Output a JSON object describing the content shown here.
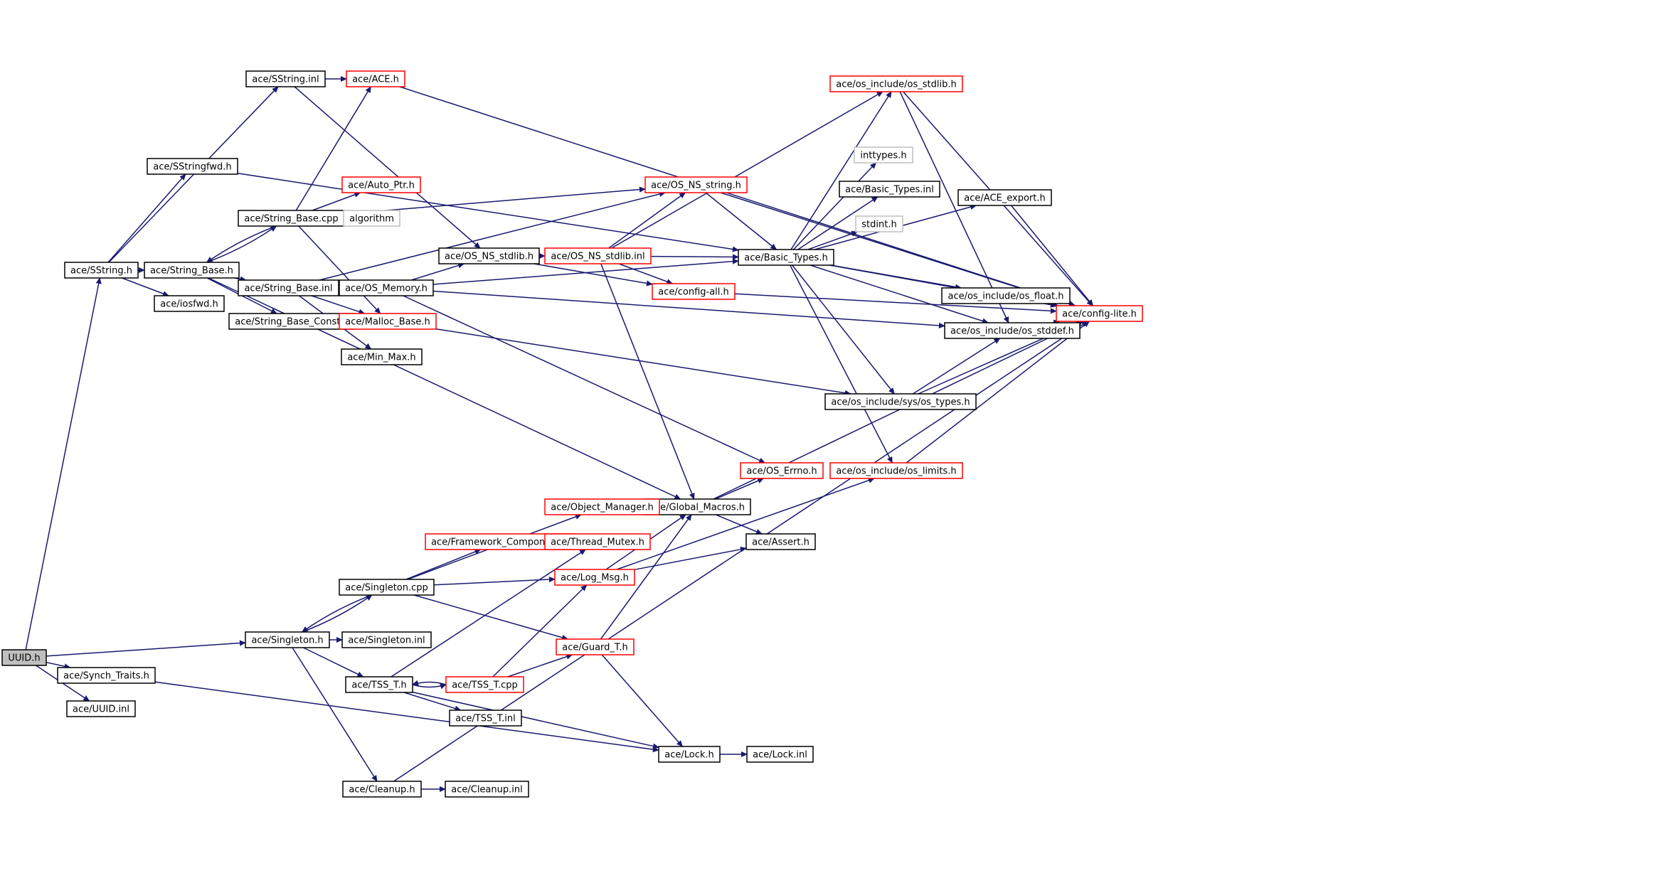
{
  "colors": {
    "edge": "#191970",
    "border_default": "#000000",
    "border_truncated": "#ff0000",
    "border_external": "#bfbfbf",
    "fill_root": "#bfbfbf",
    "fill_default": "#ffffff"
  },
  "nodes": [
    {
      "id": "uuid_h",
      "label": "UUID.h",
      "kind": "root"
    },
    {
      "id": "sstring_h",
      "label": "ace/SString.h",
      "kind": "default"
    },
    {
      "id": "sstring_inl",
      "label": "ace/SString.inl",
      "kind": "default"
    },
    {
      "id": "sstringfwd_h",
      "label": "ace/SStringfwd.h",
      "kind": "default"
    },
    {
      "id": "ace_h",
      "label": "ace/ACE.h",
      "kind": "truncated"
    },
    {
      "id": "string_base_h",
      "label": "ace/String_Base.h",
      "kind": "default"
    },
    {
      "id": "iosfwd_h",
      "label": "ace/iosfwd.h",
      "kind": "default"
    },
    {
      "id": "string_base_cpp",
      "label": "ace/String_Base.cpp",
      "kind": "default"
    },
    {
      "id": "auto_ptr_h",
      "label": "ace/Auto_Ptr.h",
      "kind": "truncated"
    },
    {
      "id": "algorithm",
      "label": "algorithm",
      "kind": "external"
    },
    {
      "id": "string_base_inl",
      "label": "ace/String_Base.inl",
      "kind": "default"
    },
    {
      "id": "string_base_const_h",
      "label": "ace/String_Base_Const.h",
      "kind": "default"
    },
    {
      "id": "malloc_base_h",
      "label": "ace/Malloc_Base.h",
      "kind": "truncated"
    },
    {
      "id": "os_memory_h",
      "label": "ace/OS_Memory.h",
      "kind": "default"
    },
    {
      "id": "min_max_h",
      "label": "ace/Min_Max.h",
      "kind": "default"
    },
    {
      "id": "os_ns_stdlib_h",
      "label": "ace/OS_NS_stdlib.h",
      "kind": "default"
    },
    {
      "id": "os_ns_stdlib_inl",
      "label": "ace/OS_NS_stdlib.inl",
      "kind": "truncated"
    },
    {
      "id": "os_ns_string_h",
      "label": "ace/OS_NS_string.h",
      "kind": "truncated"
    },
    {
      "id": "config_all_h",
      "label": "ace/config-all.h",
      "kind": "truncated"
    },
    {
      "id": "basic_types_h",
      "label": "ace/Basic_Types.h",
      "kind": "default"
    },
    {
      "id": "os_stdlib_h",
      "label": "ace/os_include/os_stdlib.h",
      "kind": "truncated"
    },
    {
      "id": "inttypes_h",
      "label": "inttypes.h",
      "kind": "external"
    },
    {
      "id": "basic_types_inl",
      "label": "ace/Basic_Types.inl",
      "kind": "default"
    },
    {
      "id": "stdint_h",
      "label": "stdint.h",
      "kind": "external"
    },
    {
      "id": "ace_export_h",
      "label": "ace/ACE_export.h",
      "kind": "default"
    },
    {
      "id": "os_float_h",
      "label": "ace/os_include/os_float.h",
      "kind": "default"
    },
    {
      "id": "os_stddef_h",
      "label": "ace/os_include/os_stddef.h",
      "kind": "default"
    },
    {
      "id": "config_lite_h",
      "label": "ace/config-lite.h",
      "kind": "truncated"
    },
    {
      "id": "os_types_h",
      "label": "ace/os_include/sys/os_types.h",
      "kind": "default"
    },
    {
      "id": "os_limits_h",
      "label": "ace/os_include/os_limits.h",
      "kind": "truncated"
    },
    {
      "id": "os_errno_h",
      "label": "ace/OS_Errno.h",
      "kind": "truncated"
    },
    {
      "id": "global_macros_h",
      "label": "ace/Global_Macros.h",
      "kind": "default"
    },
    {
      "id": "object_manager_h",
      "label": "ace/Object_Manager.h",
      "kind": "truncated"
    },
    {
      "id": "assert_h",
      "label": "ace/Assert.h",
      "kind": "default"
    },
    {
      "id": "framework_component_h",
      "label": "ace/Framework_Component.h",
      "kind": "truncated"
    },
    {
      "id": "thread_mutex_h",
      "label": "ace/Thread_Mutex.h",
      "kind": "truncated"
    },
    {
      "id": "singleton_cpp",
      "label": "ace/Singleton.cpp",
      "kind": "default"
    },
    {
      "id": "log_msg_h",
      "label": "ace/Log_Msg.h",
      "kind": "truncated"
    },
    {
      "id": "singleton_h",
      "label": "ace/Singleton.h",
      "kind": "default"
    },
    {
      "id": "singleton_inl",
      "label": "ace/Singleton.inl",
      "kind": "default"
    },
    {
      "id": "guard_t_h",
      "label": "ace/Guard_T.h",
      "kind": "truncated"
    },
    {
      "id": "synch_traits_h",
      "label": "ace/Synch_Traits.h",
      "kind": "default"
    },
    {
      "id": "tss_t_h",
      "label": "ace/TSS_T.h",
      "kind": "default"
    },
    {
      "id": "tss_t_cpp",
      "label": "ace/TSS_T.cpp",
      "kind": "truncated"
    },
    {
      "id": "uuid_inl",
      "label": "ace/UUID.inl",
      "kind": "default"
    },
    {
      "id": "tss_t_inl",
      "label": "ace/TSS_T.inl",
      "kind": "default"
    },
    {
      "id": "lock_h",
      "label": "ace/Lock.h",
      "kind": "default"
    },
    {
      "id": "lock_inl",
      "label": "ace/Lock.inl",
      "kind": "default"
    },
    {
      "id": "cleanup_h",
      "label": "ace/Cleanup.h",
      "kind": "default"
    },
    {
      "id": "cleanup_inl",
      "label": "ace/Cleanup.inl",
      "kind": "default"
    }
  ],
  "edges": [
    {
      "from": "uuid_h",
      "to": "sstring_h"
    },
    {
      "from": "uuid_h",
      "to": "singleton_h"
    },
    {
      "from": "uuid_h",
      "to": "synch_traits_h"
    },
    {
      "from": "uuid_h",
      "to": "uuid_inl"
    },
    {
      "from": "sstring_h",
      "to": "sstring_inl"
    },
    {
      "from": "sstring_h",
      "to": "sstringfwd_h"
    },
    {
      "from": "sstring_h",
      "to": "string_base_h"
    },
    {
      "from": "sstring_h",
      "to": "iosfwd_h"
    },
    {
      "from": "sstring_inl",
      "to": "ace_h"
    },
    {
      "from": "sstring_inl",
      "to": "os_ns_stdlib_h"
    },
    {
      "from": "sstringfwd_h",
      "to": "basic_types_h"
    },
    {
      "from": "ace_h",
      "to": "config_lite_h"
    },
    {
      "from": "string_base_h",
      "to": "string_base_cpp"
    },
    {
      "from": "string_base_h",
      "to": "string_base_inl"
    },
    {
      "from": "string_base_h",
      "to": "string_base_const_h"
    },
    {
      "from": "string_base_h",
      "to": "global_macros_h"
    },
    {
      "from": "string_base_cpp",
      "to": "string_base_h"
    },
    {
      "from": "string_base_cpp",
      "to": "ace_h"
    },
    {
      "from": "string_base_cpp",
      "to": "auto_ptr_h"
    },
    {
      "from": "string_base_cpp",
      "to": "algorithm"
    },
    {
      "from": "string_base_cpp",
      "to": "malloc_base_h"
    },
    {
      "from": "string_base_cpp",
      "to": "os_ns_string_h"
    },
    {
      "from": "string_base_inl",
      "to": "os_memory_h"
    },
    {
      "from": "string_base_inl",
      "to": "malloc_base_h"
    },
    {
      "from": "string_base_inl",
      "to": "min_max_h"
    },
    {
      "from": "string_base_inl",
      "to": "os_ns_string_h"
    },
    {
      "from": "string_base_const_h",
      "to": "malloc_base_h"
    },
    {
      "from": "malloc_base_h",
      "to": "os_types_h"
    },
    {
      "from": "os_memory_h",
      "to": "os_ns_stdlib_h"
    },
    {
      "from": "os_memory_h",
      "to": "basic_types_h"
    },
    {
      "from": "os_memory_h",
      "to": "os_stddef_h"
    },
    {
      "from": "os_memory_h",
      "to": "os_errno_h"
    },
    {
      "from": "os_ns_stdlib_h",
      "to": "os_ns_stdlib_inl"
    },
    {
      "from": "os_ns_stdlib_h",
      "to": "config_all_h"
    },
    {
      "from": "os_ns_stdlib_inl",
      "to": "os_ns_string_h"
    },
    {
      "from": "os_ns_stdlib_inl",
      "to": "basic_types_h"
    },
    {
      "from": "os_ns_stdlib_inl",
      "to": "config_all_h"
    },
    {
      "from": "os_ns_stdlib_inl",
      "to": "global_macros_h"
    },
    {
      "from": "os_ns_stdlib_inl",
      "to": "os_stdlib_h"
    },
    {
      "from": "os_ns_string_h",
      "to": "basic_types_h"
    },
    {
      "from": "os_ns_string_h",
      "to": "config_lite_h"
    },
    {
      "from": "config_all_h",
      "to": "config_lite_h"
    },
    {
      "from": "basic_types_h",
      "to": "os_stdlib_h"
    },
    {
      "from": "basic_types_h",
      "to": "inttypes_h"
    },
    {
      "from": "basic_types_h",
      "to": "basic_types_inl"
    },
    {
      "from": "basic_types_h",
      "to": "stdint_h"
    },
    {
      "from": "basic_types_h",
      "to": "ace_export_h"
    },
    {
      "from": "basic_types_h",
      "to": "os_float_h"
    },
    {
      "from": "basic_types_h",
      "to": "os_stddef_h"
    },
    {
      "from": "basic_types_h",
      "to": "config_lite_h"
    },
    {
      "from": "basic_types_h",
      "to": "os_types_h"
    },
    {
      "from": "basic_types_h",
      "to": "os_limits_h"
    },
    {
      "from": "os_stdlib_h",
      "to": "config_lite_h"
    },
    {
      "from": "os_stdlib_h",
      "to": "os_stddef_h"
    },
    {
      "from": "ace_export_h",
      "to": "config_lite_h"
    },
    {
      "from": "os_float_h",
      "to": "config_lite_h"
    },
    {
      "from": "os_stddef_h",
      "to": "config_lite_h"
    },
    {
      "from": "os_types_h",
      "to": "os_stddef_h"
    },
    {
      "from": "os_types_h",
      "to": "config_lite_h"
    },
    {
      "from": "os_limits_h",
      "to": "config_lite_h"
    },
    {
      "from": "global_macros_h",
      "to": "os_errno_h"
    },
    {
      "from": "global_macros_h",
      "to": "config_lite_h"
    },
    {
      "from": "global_macros_h",
      "to": "assert_h"
    },
    {
      "from": "object_manager_h",
      "to": "global_macros_h"
    },
    {
      "from": "framework_component_h",
      "to": "thread_mutex_h"
    },
    {
      "from": "singleton_cpp",
      "to": "singleton_h"
    },
    {
      "from": "singleton_cpp",
      "to": "object_manager_h"
    },
    {
      "from": "singleton_cpp",
      "to": "framework_component_h"
    },
    {
      "from": "singleton_cpp",
      "to": "log_msg_h"
    },
    {
      "from": "singleton_cpp",
      "to": "guard_t_h"
    },
    {
      "from": "log_msg_h",
      "to": "global_macros_h"
    },
    {
      "from": "log_msg_h",
      "to": "assert_h"
    },
    {
      "from": "log_msg_h",
      "to": "os_limits_h"
    },
    {
      "from": "singleton_h",
      "to": "singleton_cpp"
    },
    {
      "from": "singleton_h",
      "to": "singleton_inl"
    },
    {
      "from": "singleton_h",
      "to": "tss_t_h"
    },
    {
      "from": "singleton_h",
      "to": "cleanup_h"
    },
    {
      "from": "guard_t_h",
      "to": "lock_h"
    },
    {
      "from": "guard_t_h",
      "to": "global_macros_h"
    },
    {
      "from": "synch_traits_h",
      "to": "lock_h"
    },
    {
      "from": "tss_t_h",
      "to": "tss_t_cpp"
    },
    {
      "from": "tss_t_h",
      "to": "thread_mutex_h"
    },
    {
      "from": "tss_t_h",
      "to": "tss_t_inl"
    },
    {
      "from": "tss_t_h",
      "to": "lock_h"
    },
    {
      "from": "tss_t_cpp",
      "to": "tss_t_h"
    },
    {
      "from": "tss_t_cpp",
      "to": "guard_t_h"
    },
    {
      "from": "tss_t_cpp",
      "to": "log_msg_h"
    },
    {
      "from": "lock_h",
      "to": "lock_inl"
    },
    {
      "from": "cleanup_h",
      "to": "cleanup_inl"
    },
    {
      "from": "cleanup_h",
      "to": "config_lite_h"
    }
  ]
}
